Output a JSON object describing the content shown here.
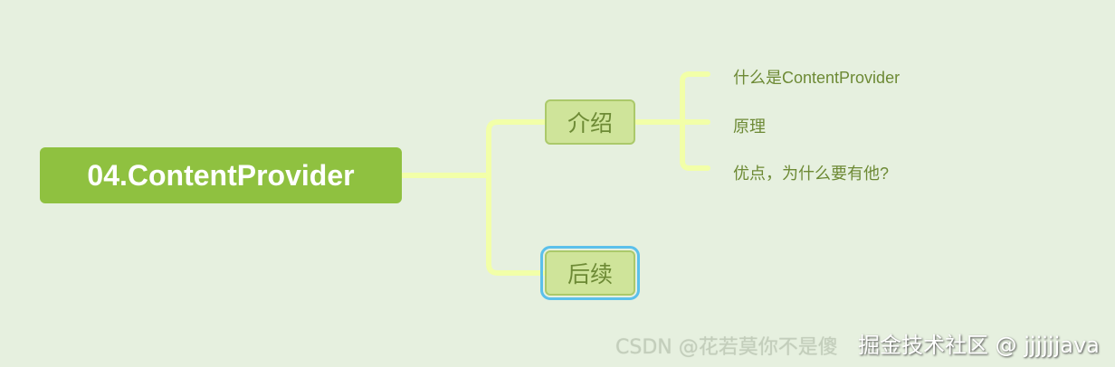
{
  "root": {
    "label": "04.ContentProvider"
  },
  "branches": [
    {
      "label": "介绍",
      "children": [
        "什么是ContentProvider",
        "原理",
        "优点，为什么要有他?"
      ]
    },
    {
      "label": "后续",
      "selected": true
    }
  ],
  "colors": {
    "root": "#8fc140",
    "branch": "#cfe49a",
    "connector": "#f2ffa8",
    "selection": "#5bc0eb",
    "text": "#6d8a35",
    "background": "#e6f0df"
  },
  "watermarks": [
    "掘金技术社区 @ jjjjjjava",
    "CSDN @花若莫你不是傻"
  ]
}
